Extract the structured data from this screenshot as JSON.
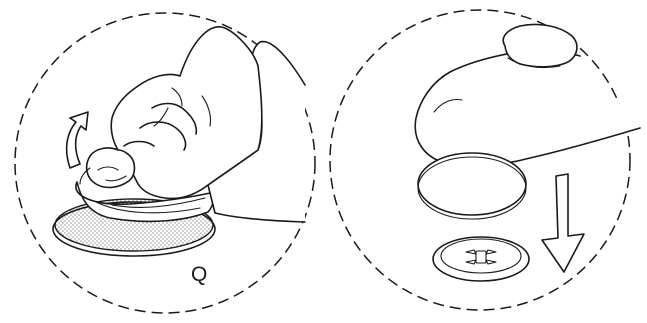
{
  "figure": {
    "label": "Q",
    "panels": [
      {
        "id": "peel",
        "icon": "peel-off-liner"
      },
      {
        "id": "press",
        "icon": "press-pad-onto-mount"
      }
    ],
    "ink_color": "#1a1a1a",
    "background": "#ffffff"
  }
}
